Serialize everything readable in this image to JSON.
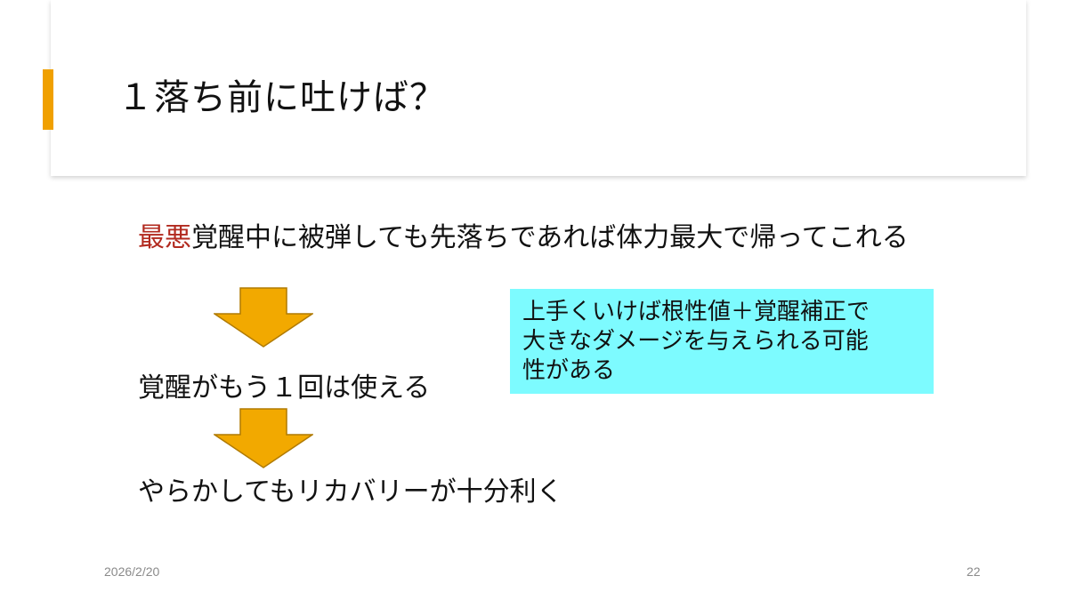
{
  "colors": {
    "accent": "#f0a000",
    "highlight": "#b22a1f",
    "arrow_fill": "#f2a900",
    "arrow_stroke": "#b07a00",
    "callout_bg": "#7dfbff"
  },
  "slide": {
    "title": "１落ち前に吐けば？",
    "body": {
      "para1_highlight": "最悪",
      "para1_rest": "覚醒中に被弾しても先落ちであれば体力最大で帰ってこれる",
      "line2": "覚醒がもう１回は使える",
      "line3": "やらかしてもリカバリーが十分利く"
    },
    "callout": {
      "lines": [
        "上手くいけば根性値＋覚醒補正で",
        "大きなダメージを与えられる可能",
        "性がある"
      ]
    },
    "footer": {
      "date": "2026/2/20",
      "page": "22"
    }
  }
}
